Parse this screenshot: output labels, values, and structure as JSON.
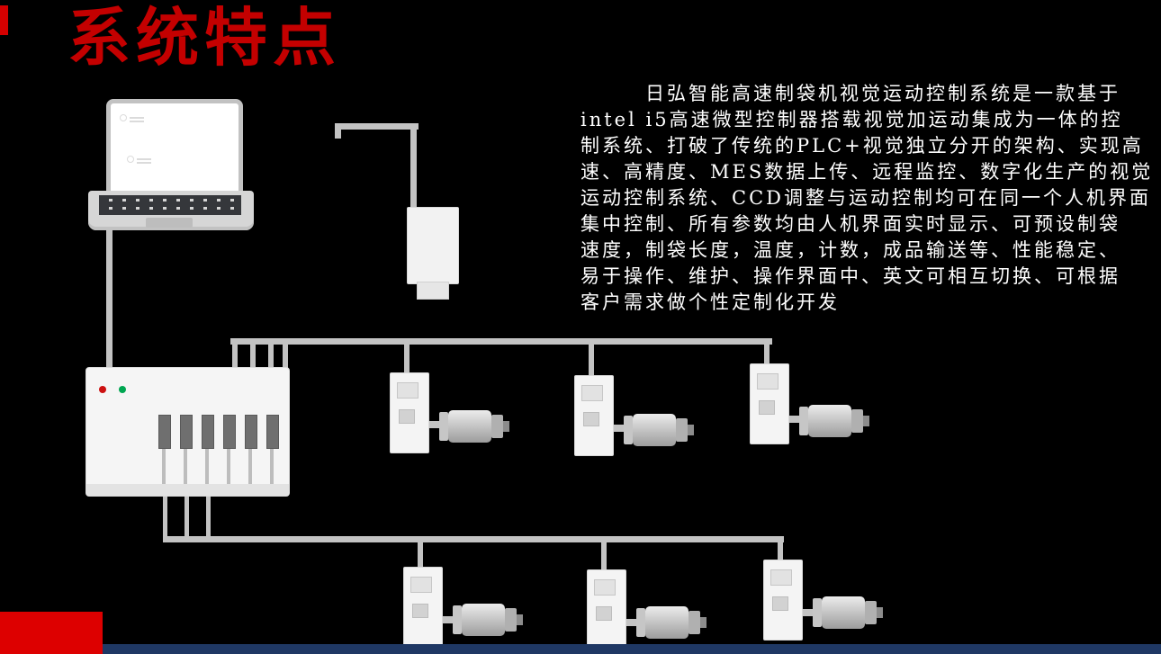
{
  "slide": {
    "title": "系统特点",
    "description": "　　　日弘智能高速制袋机视觉运动控制系统是一款基于\nintel i5高速微型控制器搭载视觉加运动集成为一体的控\n制系统、打破了传统的PLC+视觉独立分开的架构、实现高\n速、高精度、MES数据上传、远程监控、数字化生产的视觉\n运动控制系统、CCD调整与运动控制均可在同一个人机界面\n集中控制、所有参数均由人机界面实时显示、可预设制袋\n速度，制袋长度，温度，计数，成品输送等、性能稳定、\n易于操作、维护、操作界面中、英文可相互切换、可根据\n客户需求做个性定制化开发"
  },
  "colors": {
    "background": "#000000",
    "title_red": "#c40000",
    "accent_red": "#dd0000",
    "footer_blue": "#1f3864",
    "cable_gray": "#c3c3c3",
    "led_red": "#cc1111",
    "led_green": "#00a651"
  },
  "diagram": {
    "nodes": [
      "laptop-hmi",
      "ccd-camera",
      "motion-controller",
      "servo-driver-1",
      "servo-driver-2",
      "servo-driver-3",
      "servo-driver-4",
      "servo-driver-5",
      "servo-driver-6",
      "servo-motor-1",
      "servo-motor-2",
      "servo-motor-3",
      "servo-motor-4",
      "servo-motor-5",
      "servo-motor-6"
    ]
  }
}
